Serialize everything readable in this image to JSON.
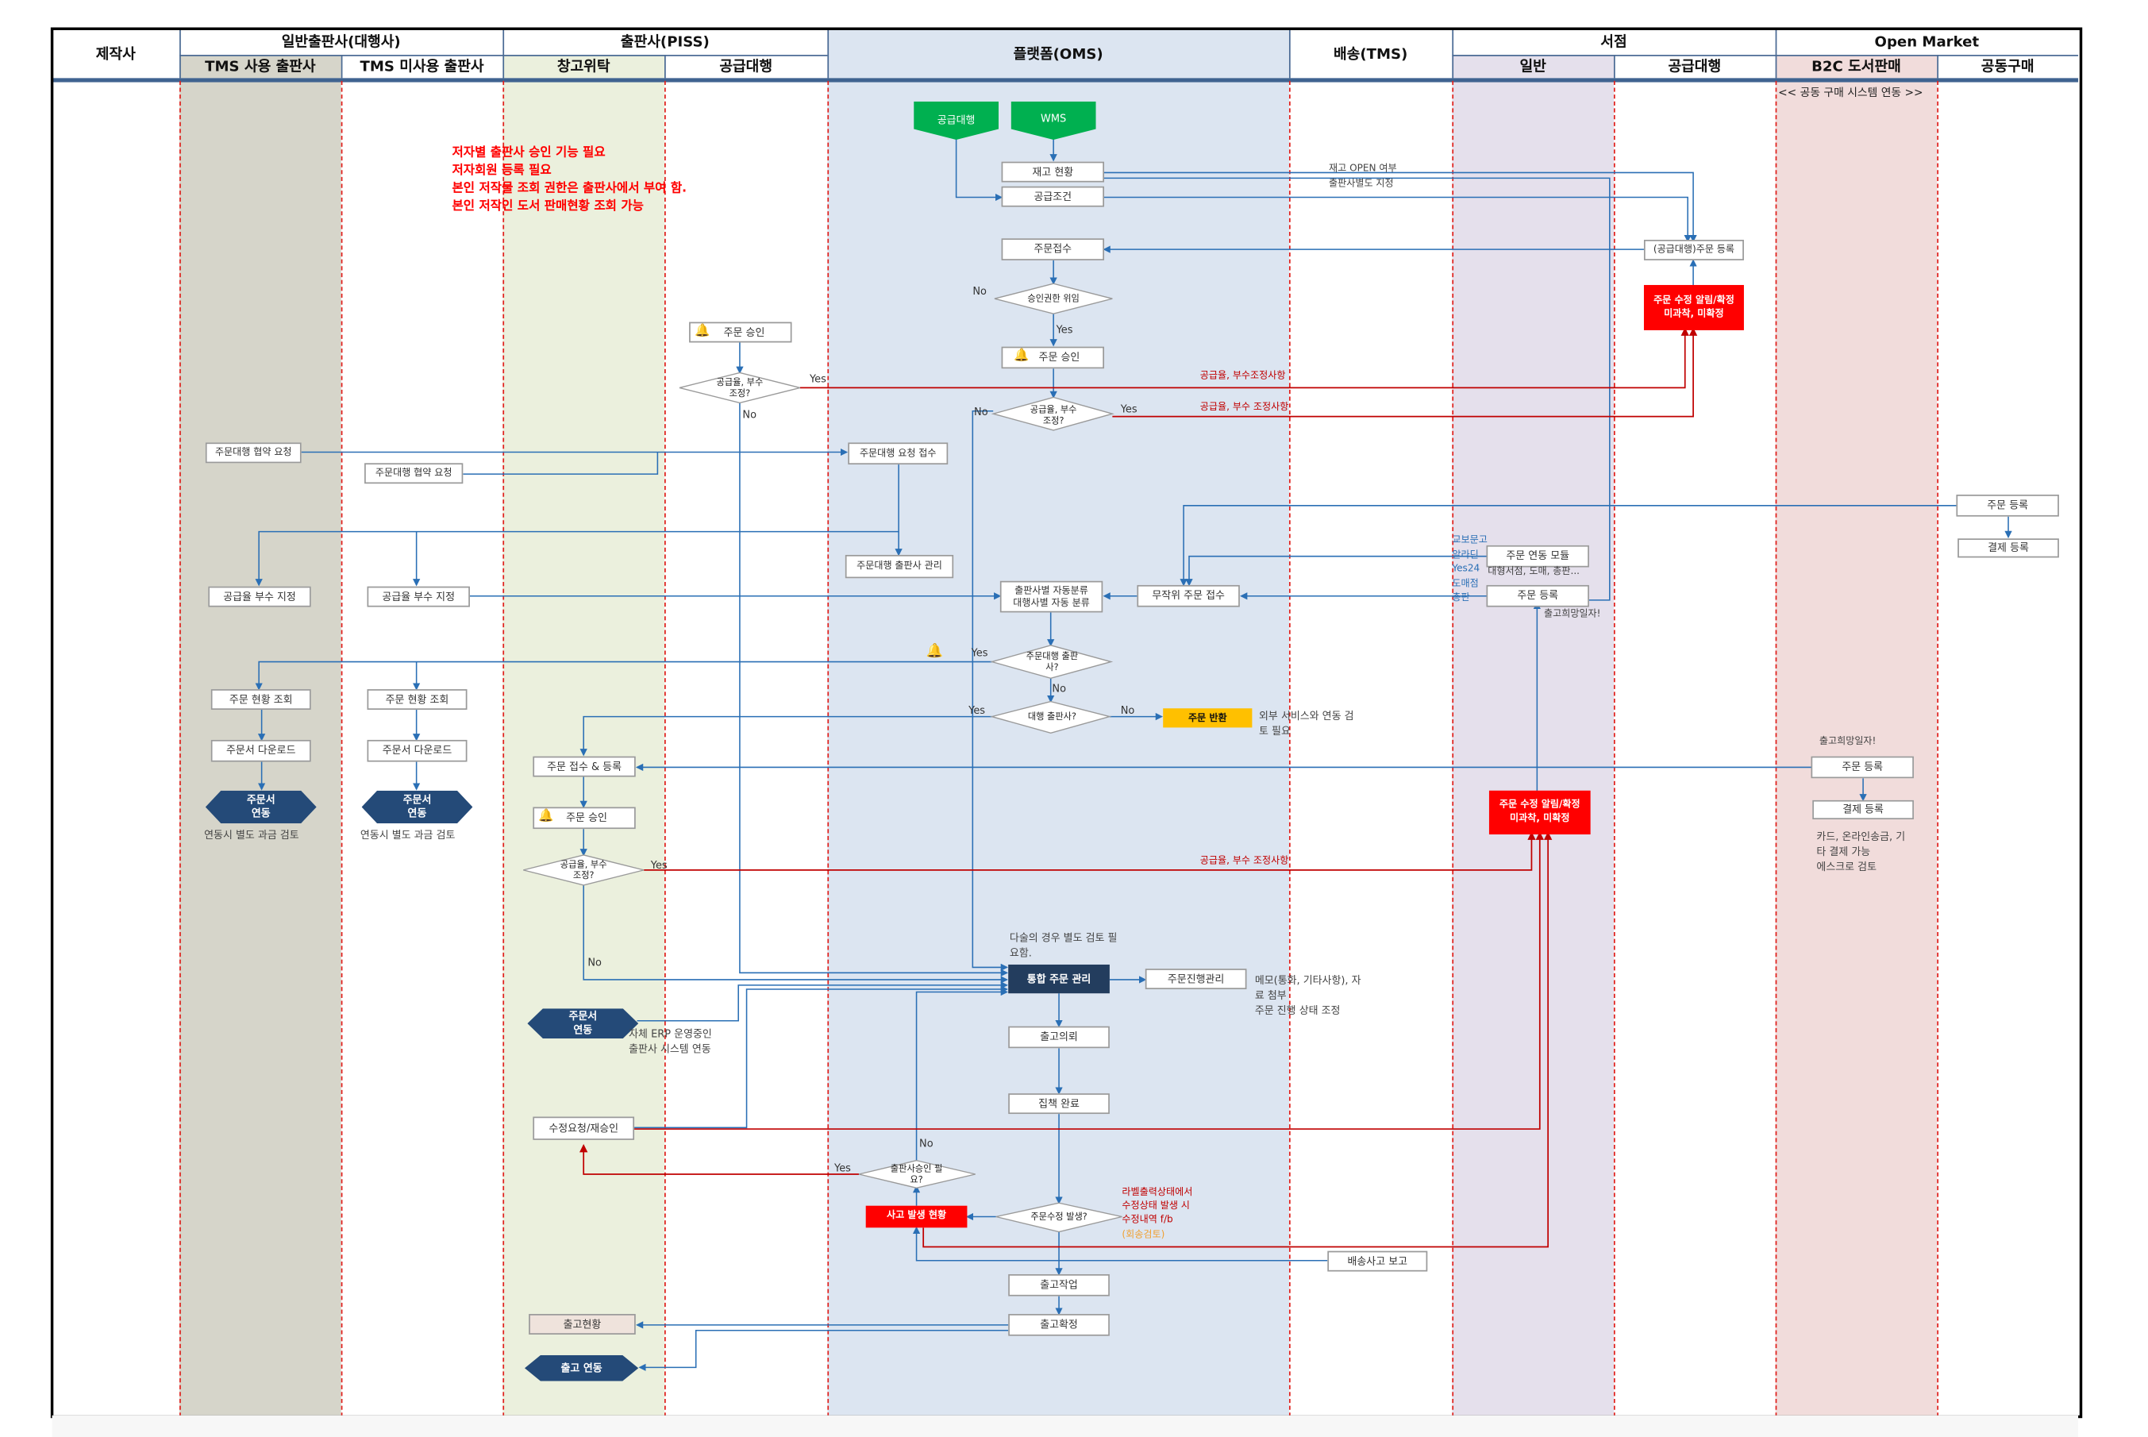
{
  "header": {
    "col_maker": "제작사",
    "group_general_publisher": "일반출판사(대행사)",
    "sub_tms_use": "TMS 사용 출판사",
    "sub_tms_nouse": "TMS 미사용 출판사",
    "group_piss": "출판사(PISS)",
    "sub_warehouse": "창고위탁",
    "sub_supply_agent": "공급대행",
    "col_oms": "플랫폼(OMS)",
    "col_tms": "배송(TMS)",
    "group_bookstore": "서점",
    "sub_general": "일반",
    "sub_store_supply": "공급대행",
    "group_openmarket": "Open Market",
    "sub_b2c": "B2C 도서판매",
    "sub_group_buy": "공동구매"
  },
  "group_buy_note": "<< 공동 구매 시스템 연동 >>",
  "requirements_note": "저자별 출판사 승인 기능 필요\n저자회원 등록 필요\n본인 저작물 조회 권한은 출판사에서 부여 함.\n본인 저작인 도서 판매현황 조회 가능",
  "oms": {
    "supply_agent_tag": "공급대행",
    "wms_tag": "WMS",
    "inventory": "재고 현황",
    "supply_terms": "공급조건",
    "order_receive": "주문접수",
    "approval_delegate": "승인권한 위임",
    "order_approve": "주문 승인",
    "rate_adjust": "공급율, 부수\n조정?",
    "agency_request_receive": "주문대행 요청 접수",
    "agency_publisher_manage": "주문대행 출판사 관리",
    "auto_classify": "출판사별 자동분류\n대행사별 자동 분류",
    "random_order_receive": "무작위 주문 접수",
    "is_agency_publisher": "주문대행 출판\n사?",
    "is_proxy_publisher": "대행 출판사?",
    "order_return": "주문 반환",
    "integrated_order": "통합 주문 관리",
    "order_progress": "주문진행관리",
    "shipment_request": "출고의뢰",
    "picking_done": "집책 완료",
    "publisher_approval_needed": "출판사승인 필\n요?",
    "accident_status": "사고 발생 현황",
    "order_modified": "주문수정 발생?",
    "shipment_work": "출고작업",
    "shipment_confirm": "출고확정"
  },
  "oms_notes": {
    "external_service": "외부 서비스와 연동 검\n토 필요",
    "multi_case": "다술의 경우 별도 검토 필\n요함.",
    "memo": "메모(통화, 기타사항), 자\n료 첨부\n주문 진행 상태 조정",
    "label_status": "라벨출력상태에서\n수정상태 발생 시\n수정내역 f/b",
    "resend_review": "(회송검토)"
  },
  "tms": {
    "stock_open_note": "재고 OPEN 여부\n출판사별도 지정",
    "delivery_accident": "배송사고 보고"
  },
  "publisher_tms": {
    "agency_contract_request": "주문대행 협약 요청",
    "rate_quantity": "공급율 부수 지정",
    "order_status_view": "주문 현황 조회",
    "order_download": "주문서 다운로드",
    "order_link": "주문서\n연동",
    "billing_note": "연동시 별도 과금 검토"
  },
  "publisher_notms": {
    "agency_contract_request": "주문대행 협약 요청",
    "rate_quantity": "공급율 부수 지정",
    "order_status_view": "주문 현황 조회",
    "order_download": "주문서 다운로드",
    "order_link": "주문서\n연동",
    "billing_note": "연동시 별도 과금 검토"
  },
  "piss_warehouse": {
    "order_receive_register": "주문 접수 & 등록",
    "order_approve": "주문 승인",
    "rate_adjust": "공급율, 부수\n조정?",
    "order_link": "주문서\n연동",
    "erp_note": "자체 ERP 운영중인\n출판사 시스템 연동",
    "modify_reapprove": "수정요청/재승인",
    "shipment_status": "출고현황",
    "shipment_link": "출고 연동"
  },
  "piss_supply": {
    "order_approve": "주문 승인",
    "rate_adjust": "공급율, 부수\n조정?"
  },
  "bookstore_general": {
    "store_list": "교보문고\n알라딘\nYes24\n도매점\n총판",
    "order_link_module": "주문 연동 모듈",
    "store_types": "대형서점, 도매, 총판...",
    "order_register": "주문 등록",
    "desired_date": "출고희망일자!",
    "modify_alert": "주문 수정 알림/확정\n미과착, 미확정"
  },
  "bookstore_supply": {
    "order_register": "(공급대행)주문 등록",
    "modify_alert": "주문 수정 알림/확정\n미과착, 미확정"
  },
  "b2c": {
    "desired_date": "출고희망일자!",
    "order_register": "주문 등록",
    "payment_register": "결제 등록",
    "payment_note": "카드, 온라인송금, 기\n타 결제 가능\n에스크로 검토"
  },
  "group_buy": {
    "order_register": "주문 등록",
    "payment_register": "결제 등록"
  },
  "edge_labels": {
    "yes": "Yes",
    "no": "No",
    "rate_adjust_items_a": "공급율, 부수조정사항",
    "rate_adjust_items_b": "공급율, 부수 조정사항"
  },
  "colors": {
    "lane_tms_use": "#d6d5ca",
    "lane_warehouse": "#ebf0dd",
    "lane_oms": "#dce5f1",
    "lane_store_general": "#e5e0ec",
    "lane_b2c": "#f1dcdb",
    "flow_blue": "#2a6fb5",
    "flow_red": "#c00000",
    "accent_red": "#ff0000",
    "green": "#00b050",
    "navy": "#244a78",
    "amber": "#ffc000"
  }
}
